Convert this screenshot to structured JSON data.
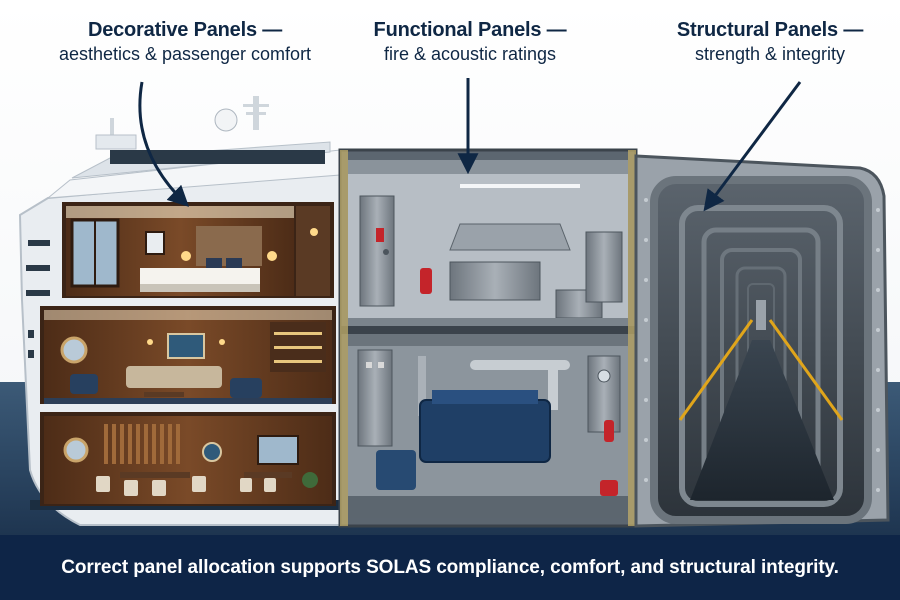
{
  "labels": {
    "decorative": {
      "title": "Decorative Panels —",
      "subtitle": "aesthetics & passenger comfort"
    },
    "functional": {
      "title": "Functional Panels —",
      "subtitle": "fire & acoustic ratings"
    },
    "structural": {
      "title": "Structural Panels —",
      "subtitle": "strength & integrity"
    }
  },
  "banner": {
    "text": "Correct panel allocation supports SOLAS compliance, comfort, and structural integrity."
  },
  "colors": {
    "navy": "#0f2744",
    "banner": "#0e2547",
    "sea": "#2b4a66",
    "hull": "#eef1f4",
    "wood": "#6b3f22",
    "steel": "#8e969e",
    "machinery": "#1f3f66"
  }
}
